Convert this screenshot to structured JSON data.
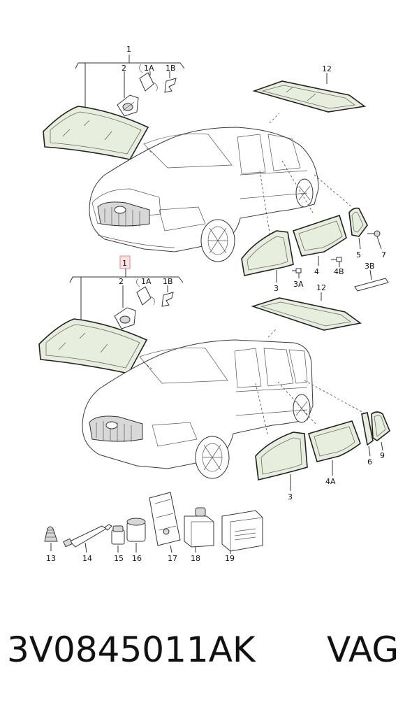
{
  "callouts": {
    "top": [
      "1",
      "2",
      "1A",
      "1B",
      "12",
      "3",
      "3A",
      "4",
      "4B",
      "5",
      "7",
      "3B"
    ],
    "bottom": [
      "1",
      "2",
      "1A",
      "1B",
      "12",
      "3",
      "4A",
      "6",
      "9"
    ],
    "accessories": [
      "13",
      "14",
      "15",
      "16",
      "17",
      "18",
      "19"
    ]
  },
  "footer": {
    "part_number": "3V0845011AK",
    "brand": "VAG"
  }
}
